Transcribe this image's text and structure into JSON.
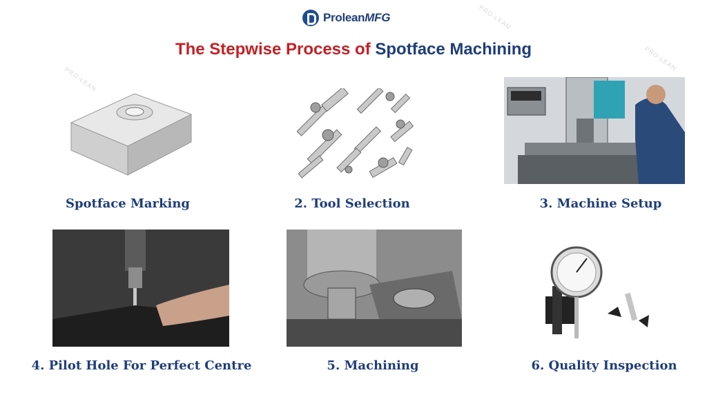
{
  "header": {
    "logo_text_main": "Prolean",
    "logo_text_suffix": "MFG",
    "title_part1": "The Stepwise Process of ",
    "title_part2": "Spotface Machining"
  },
  "steps": [
    {
      "caption": "Spotface Marking"
    },
    {
      "caption": "2. Tool Selection"
    },
    {
      "caption": "3. Machine Setup"
    },
    {
      "caption": "4. Pilot Hole For Perfect Centre"
    },
    {
      "caption": "5. Machining"
    },
    {
      "caption": "6. Quality Inspection"
    }
  ],
  "colors": {
    "brand_blue": "#1f3d7a",
    "title_red": "#c42026"
  }
}
